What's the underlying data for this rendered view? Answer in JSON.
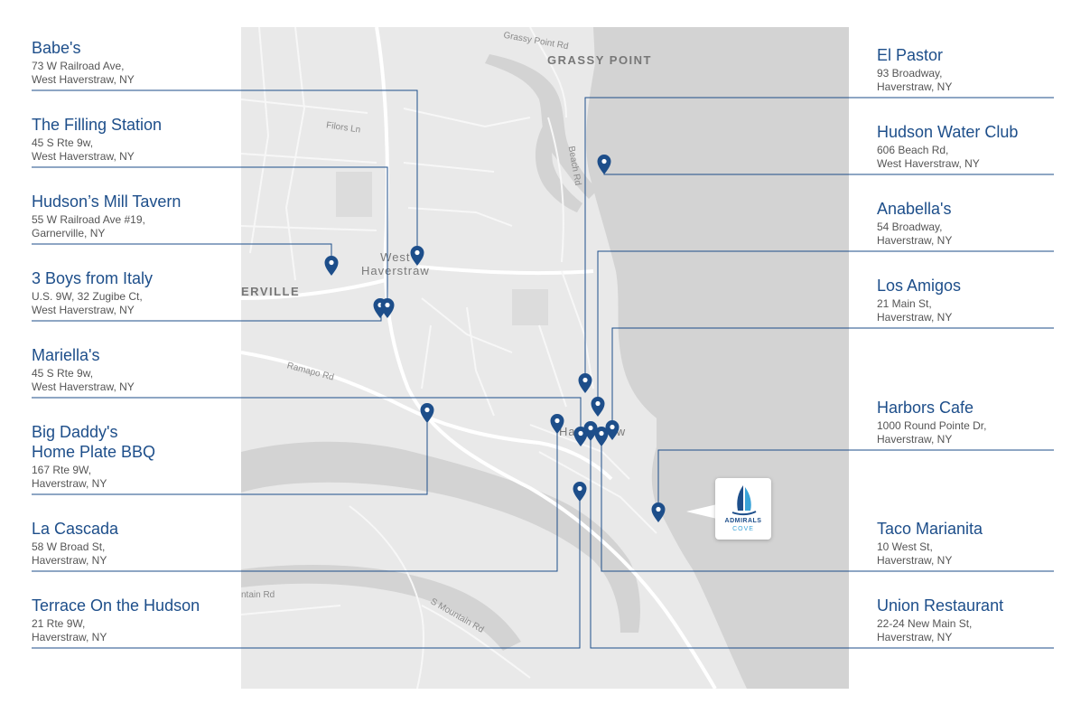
{
  "restaurants_left": [
    {
      "name": "Babe's",
      "address": "73 W Railroad Ave,\nWest Haverstraw, NY"
    },
    {
      "name": "The Filling Station",
      "address": "45 S Rte 9w,\nWest Haverstraw, NY"
    },
    {
      "name": "Hudson’s Mill Tavern",
      "address": "55 W Railroad Ave #19,\nGarnerville, NY"
    },
    {
      "name": "3 Boys from Italy",
      "address": "U.S. 9W, 32 Zugibe Ct,\nWest Haverstraw, NY"
    },
    {
      "name": "Mariella's",
      "address": "45 S Rte 9w,\nWest Haverstraw, NY"
    },
    {
      "name": "Big Daddy's\nHome Plate BBQ",
      "address": "167 Rte 9W,\nHaverstraw, NY"
    },
    {
      "name": "La Cascada",
      "address": "58 W Broad St,\nHaverstraw, NY"
    },
    {
      "name": "Terrace On the Hudson",
      "address": "21 Rte 9W,\nHaverstraw, NY"
    }
  ],
  "restaurants_right": [
    {
      "name": "El Pastor",
      "address": "93 Broadway,\nHaverstraw, NY"
    },
    {
      "name": "Hudson Water Club",
      "address": "606 Beach Rd,\nWest Haverstraw, NY"
    },
    {
      "name": "Anabella's",
      "address": "54 Broadway,\nHaverstraw, NY"
    },
    {
      "name": "Los Amigos",
      "address": "21 Main St,\nHaverstraw, NY"
    },
    {
      "name": "Harbors Cafe",
      "address": "1000 Round Pointe Dr,\nHaverstraw, NY"
    },
    {
      "name": "Taco Marianita",
      "address": "10 West St,\nHaverstraw, NY"
    },
    {
      "name": "Union Restaurant",
      "address": "22-24 New Main St,\nHaverstraw, NY"
    }
  ],
  "map_labels": {
    "grassy_point": "GRASSY POINT",
    "grassy_point_rd": "Grassy Point Rd",
    "west_haverstraw": "West\nHaverstraw",
    "garnerville_fragment": "ERVILLE",
    "filors_ln": "Filors Ln",
    "beach_rd": "Beach Rd",
    "ramapo_rd": "Ramapo Rd",
    "haverstraw_fragment": "Ha        aw",
    "mountain_rd_fragment": "ntain Rd",
    "s_mountain_rd": "S Mountain Rd"
  },
  "logo": {
    "line1": "ADMIRALS",
    "line2": "COVE"
  },
  "colors": {
    "accent": "#1d4e8a",
    "pin": "#1d4e8a",
    "water": "#d2d2d2",
    "land": "#e9e9e9"
  }
}
